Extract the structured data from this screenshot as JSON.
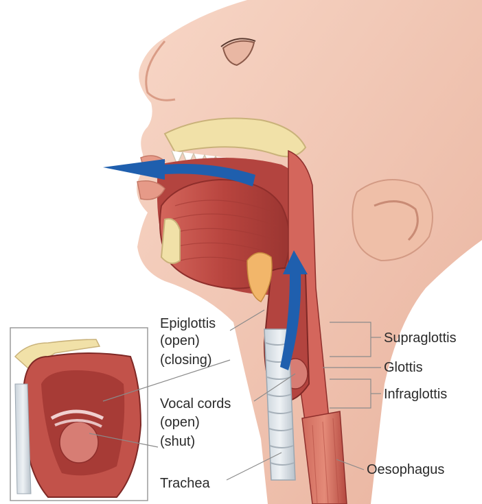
{
  "labels": {
    "epiglottis": "Epiglottis",
    "epiglottis_open": "(open)",
    "epiglottis_closing": "(closing)",
    "vocal_cords": "Vocal cords",
    "vocal_open": "(open)",
    "vocal_shut": "(shut)",
    "trachea": "Trachea",
    "supraglottis": "Supraglottis",
    "glottis": "Glottis",
    "infraglottis": "Infraglottis",
    "oesophagus": "Oesophagus"
  },
  "colors": {
    "skin": "#f2c7b4",
    "skin_shadow": "#e3a893",
    "muscle": "#c2524a",
    "muscle_dark": "#8e2e2b",
    "bone": "#f1e1a8",
    "cartilage": "#d7dde2",
    "airflow_arrow": "#1f5fae",
    "leader_line": "#8a8a8a",
    "inset_border": "#9a9a9a"
  }
}
